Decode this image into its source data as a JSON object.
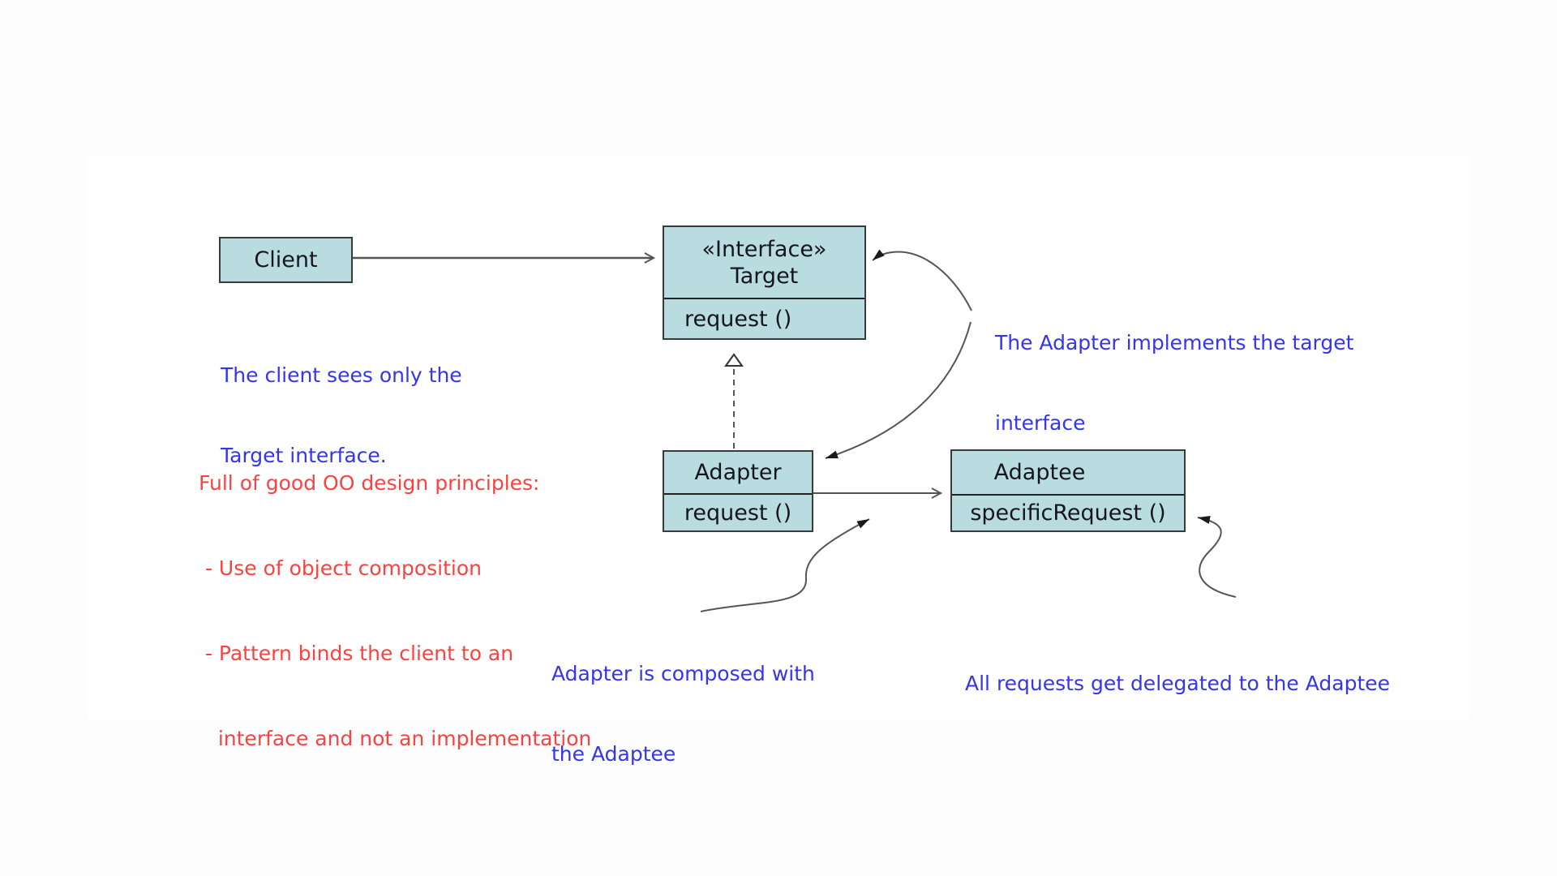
{
  "boxes": {
    "client": {
      "name": "Client"
    },
    "target": {
      "stereotype": "«Interface»",
      "name": "Target",
      "method": "request ()"
    },
    "adapter": {
      "name": "Adapter",
      "method": "request ()"
    },
    "adaptee": {
      "name": "Adaptee",
      "method": "specificRequest ()"
    }
  },
  "notes": {
    "client_note": {
      "lines": [
        "The client sees only the",
        "Target interface."
      ]
    },
    "adapter_note": {
      "lines": [
        "The Adapter implements the target",
        "interface"
      ]
    },
    "composed_note": {
      "lines": [
        "Adapter is composed with",
        "the Adaptee"
      ]
    },
    "delegate_note": {
      "lines": [
        "All requests get delegated to the Adaptee"
      ]
    }
  },
  "principles": {
    "lines": [
      "Full of good OO design principles:",
      " - Use of object composition",
      " - Pattern binds the client to an",
      "   interface and not an implementation"
    ]
  },
  "colors": {
    "box_fill": "#b9dce0",
    "box_border": "#3a3a3a",
    "box_text": "#15151f",
    "note_blue": "#3535ee",
    "principle_red": "#f94341",
    "line_color": "#555555"
  }
}
